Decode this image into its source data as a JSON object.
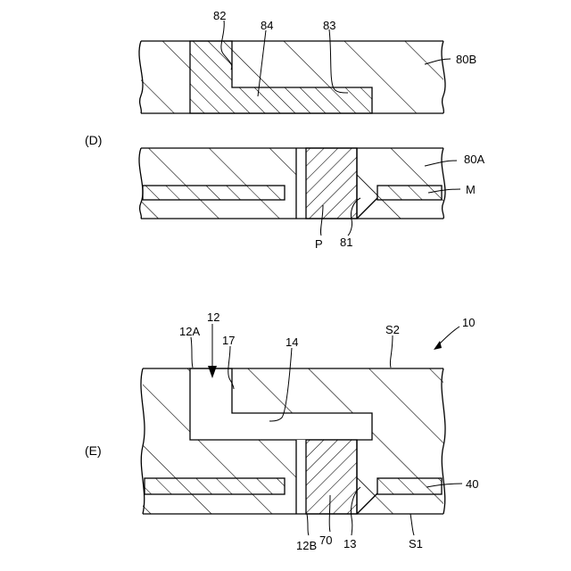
{
  "upper_panel": {
    "labels": {
      "ref_82": "82",
      "ref_84": "84",
      "ref_83": "83",
      "ref_80b": "80B",
      "ref_80a": "80A",
      "ref_m": "M",
      "ref_p": "P",
      "ref_81": "81"
    },
    "panel_label_d": "(D)"
  },
  "lower_panel": {
    "panel_label_e": "(E)",
    "labels": {
      "ref_12": "12",
      "ref_12a": "12A",
      "ref_17": "17",
      "ref_14": "14",
      "ref_s2": "S2",
      "ref_10": "10",
      "ref_40": "40",
      "ref_12b": "12B",
      "ref_70": "70",
      "ref_13": "13",
      "ref_s1": "S1"
    }
  },
  "colors": {
    "line": "#000000",
    "background": "#ffffff"
  }
}
